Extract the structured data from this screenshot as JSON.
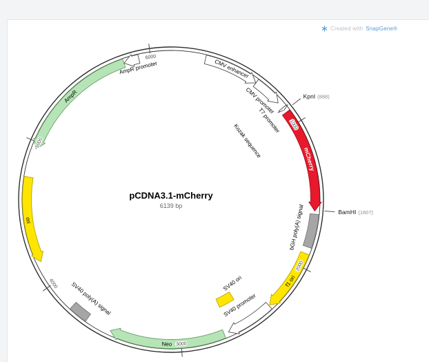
{
  "watermark": {
    "created_with": "Created with",
    "brand": "SnapGene®",
    "brand_color": "#5b9bd5",
    "muted_color": "#b9c0cb"
  },
  "plasmid": {
    "name": "pCDNA3.1-mCherry",
    "size_label": "6139 bp",
    "length_bp": 6139,
    "ticks": [
      {
        "bp": 1000,
        "label": "1000"
      },
      {
        "bp": 2000,
        "label": "2000"
      },
      {
        "bp": 3000,
        "label": "3000"
      },
      {
        "bp": 4000,
        "label": "4000"
      },
      {
        "bp": 5000,
        "label": "5000"
      },
      {
        "bp": 6000,
        "label": "6000"
      }
    ],
    "features": [
      {
        "name": "CMV enhancer",
        "start": 235,
        "end": 614,
        "shape": "arrow",
        "dir": "cw",
        "fill": "#ffffff",
        "stroke": "#4d4d4d",
        "label": {
          "mode": "arrow",
          "color": "#000000"
        }
      },
      {
        "name": "CMV promoter",
        "start": 615,
        "end": 818,
        "shape": "arrow",
        "dir": "cw",
        "fill": "#ffffff",
        "stroke": "#4d4d4d",
        "label": {
          "mode": "inside",
          "r": 193,
          "color": "#000000"
        }
      },
      {
        "name": "T7 promoter",
        "start": 863,
        "end": 881,
        "shape": "arrow",
        "dir": "cw",
        "fill": "#ffffff",
        "stroke": "#4d4d4d",
        "label": {
          "mode": "inside",
          "r": 183,
          "bp": 872,
          "color": "#000000"
        }
      },
      {
        "name": "Kozak sequence",
        "start": 891,
        "end": 901,
        "shape": "none",
        "dir": "none",
        "fill": "",
        "stroke": "",
        "label": {
          "mode": "inside",
          "r": 140,
          "bp": 896,
          "color": "#000000"
        }
      },
      {
        "name": "mCherry",
        "start": 902,
        "end": 1612,
        "shape": "arrow",
        "dir": "cw",
        "fill": "#e8192c",
        "stroke": "#a50f1f",
        "label": {
          "mode": "arrow",
          "color": "#ffffff",
          "bold": true
        }
      },
      {
        "name": "bGH poly(A) signal",
        "start": 1633,
        "end": 1860,
        "shape": "box",
        "dir": "none",
        "fill": "#a6a6a6",
        "stroke": "#787878",
        "label": {
          "mode": "inside",
          "r": 186,
          "color": "#000000"
        }
      },
      {
        "name": "f1 ori",
        "start": 1906,
        "end": 2334,
        "shape": "arrow",
        "dir": "cw",
        "fill": "#ffe500",
        "stroke": "#b8a800",
        "label": {
          "mode": "arrow",
          "color": "#000000"
        }
      },
      {
        "name": "SV40 promoter",
        "start": 2340,
        "end": 2669,
        "shape": "arrow",
        "dir": "cw",
        "fill": "#ffffff",
        "stroke": "#4d4d4d",
        "label": {
          "mode": "inside",
          "r": 182,
          "color": "#000000"
        }
      },
      {
        "name": "SV40 ori",
        "start": 2520,
        "end": 2655,
        "shape": "box",
        "dir": "none",
        "band": "inner",
        "fill": "#ffe500",
        "stroke": "#b8a800",
        "label": {
          "mode": "inside",
          "r": 150,
          "bp": 2450,
          "color": "#000000"
        }
      },
      {
        "name": "Neo",
        "start": 2701,
        "end": 3495,
        "shape": "arrow",
        "dir": "cw",
        "fill": "#b7e4b7",
        "stroke": "#66a266",
        "label": {
          "mode": "arrow",
          "color": "#000000"
        }
      },
      {
        "name": "SV40 poly(A) signal",
        "start": 3669,
        "end": 3800,
        "shape": "box",
        "dir": "none",
        "fill": "#a6a6a6",
        "stroke": "#787878",
        "label": {
          "mode": "inside",
          "r": 184,
          "color": "#000000"
        }
      },
      {
        "name": "ori",
        "start": 4170,
        "end": 4758,
        "shape": "arrow",
        "dir": "ccw",
        "fill": "#ffe500",
        "stroke": "#b8a800",
        "label": {
          "mode": "arrow",
          "color": "#000000"
        }
      },
      {
        "name": "AmpR",
        "start": 4954,
        "end": 5814,
        "shape": "arrow",
        "dir": "ccw",
        "fill": "#b7e4b7",
        "stroke": "#66a266",
        "label": {
          "mode": "arrow",
          "color": "#000000"
        }
      },
      {
        "name": "AmpR promoter",
        "start": 5815,
        "end": 5919,
        "shape": "arrow",
        "dir": "ccw",
        "fill": "#ffffff",
        "stroke": "#4d4d4d",
        "label": {
          "mode": "inside",
          "r": 197,
          "bp": 5900,
          "color": "#000000"
        }
      }
    ],
    "enzymes": [
      {
        "name": "KpnI",
        "bp": 888,
        "position_label": "(888)"
      },
      {
        "name": "BamHI",
        "bp": 1607,
        "position_label": "(1607)"
      }
    ]
  },
  "colors": {
    "backbone": "#2e2e2e",
    "tick": "#4a4a4a",
    "tick_text": "#4a4a4a",
    "subtitle": "#666666",
    "enzyme_name": "#111111",
    "enzyme_pos": "#8a8a8a"
  }
}
